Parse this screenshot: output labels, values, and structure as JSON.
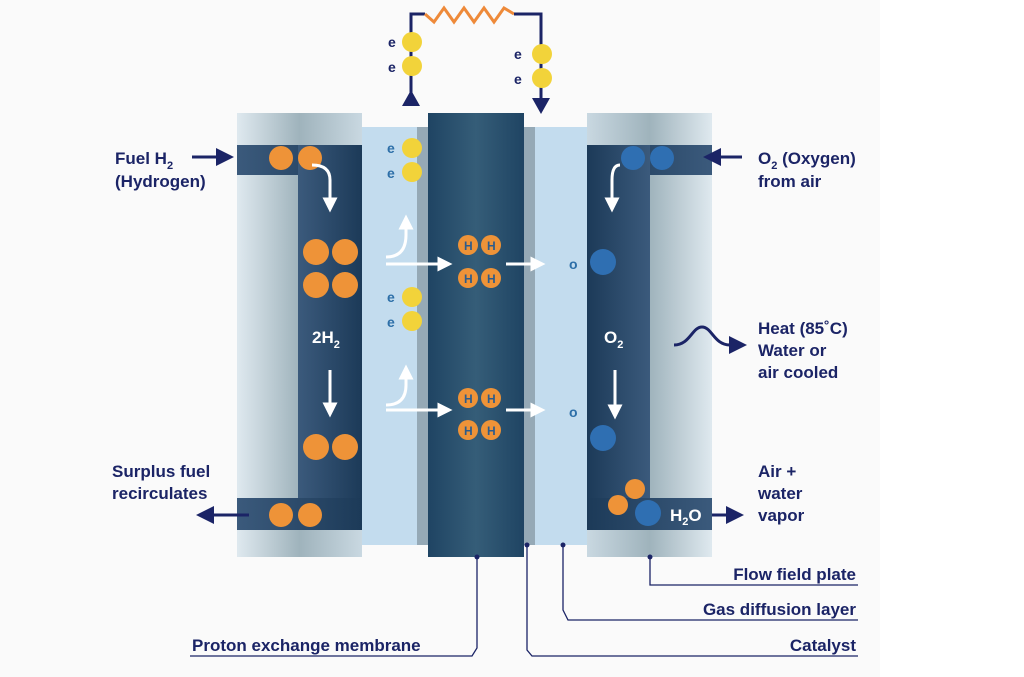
{
  "labels": {
    "fuel_line1": "Fuel H",
    "fuel_sub": "2",
    "fuel_line2": "(Hydrogen)",
    "oxygen_line1_pre": "O",
    "oxygen_sub": "2",
    "oxygen_line1_post": " (Oxygen)",
    "oxygen_line2": "from air",
    "heat_line1": "Heat (85˚C)",
    "heat_line2": "Water or",
    "heat_line3": "air  cooled",
    "surplus_line1": "Surplus fuel",
    "surplus_line2": "recirculates",
    "exhaust_line1": "Air +",
    "exhaust_line2": "water",
    "exhaust_line3": "vapor",
    "anode_species": "2H",
    "anode_sub": "2",
    "cathode_species": "O",
    "cathode_sub": "2",
    "water": "H",
    "water_sub": "2",
    "water_post": "O",
    "electron": "e",
    "oxygen_atom": "o",
    "proton": "H"
  },
  "callouts": {
    "flow_field_plate": "Flow field plate",
    "gas_diffusion_layer": "Gas diffusion layer",
    "catalyst": "Catalyst",
    "proton_exchange_membrane": "Proton exchange membrane"
  },
  "colors": {
    "navy": "#1b2466",
    "membrane": "#2a4d6b",
    "channel": "#23476a",
    "gdl": "#c3dcee",
    "catalyst": "#95a9b6",
    "hydrogen": "#ee9338",
    "oxygen": "#2f6fb2",
    "electron": "#f2d33a",
    "resistor": "#ee8a3a"
  }
}
